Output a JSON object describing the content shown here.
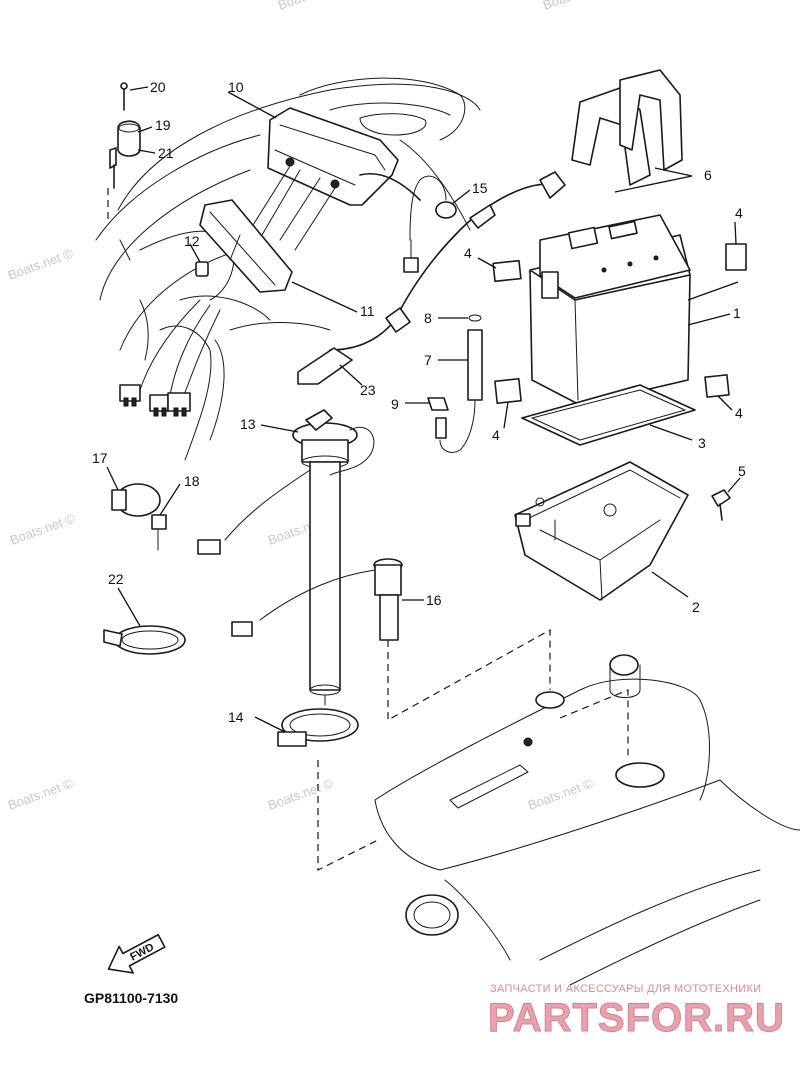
{
  "diagram": {
    "part_code": "GP81100-7130",
    "fwd_label": "FWD",
    "watermark_text": "Boats.net ©",
    "callouts": [
      "1",
      "2",
      "3",
      "4",
      "4",
      "4",
      "4",
      "5",
      "6",
      "7",
      "8",
      "9",
      "10",
      "11",
      "12",
      "13",
      "14",
      "15",
      "16",
      "17",
      "18",
      "19",
      "20",
      "21",
      "22",
      "23"
    ]
  },
  "brand": {
    "tagline": "ЗАПЧАСТИ И АКСЕССУАРЫ ДЛЯ МОТОТЕХНИКИ",
    "logo": "PARTSFOR.RU",
    "color": "#e8a2ae"
  }
}
